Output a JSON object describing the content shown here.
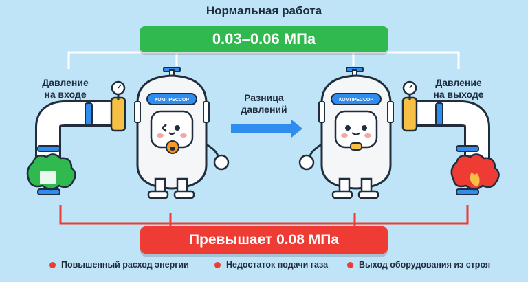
{
  "title": "Нормальная работа",
  "normal_range": "0.03–0.06 МПа",
  "excess": "Превышает 0.08 МПа",
  "inlet_label": [
    "Давление",
    "на входе"
  ],
  "outlet_label": [
    "Давление",
    "на выходе"
  ],
  "difference_label": [
    "Разница",
    "давлений"
  ],
  "compressor_tag": "КОМПРЕССОР",
  "consequences": [
    "Повышенный расход энергии",
    "Недостаток подачи газа",
    "Выход оборудования из строя"
  ],
  "colors": {
    "background": "#bfe3f7",
    "normal": "#2fb94e",
    "warning": "#ee3b33",
    "pipe_accent": "#2f8df0",
    "valve": "#f5c043"
  }
}
